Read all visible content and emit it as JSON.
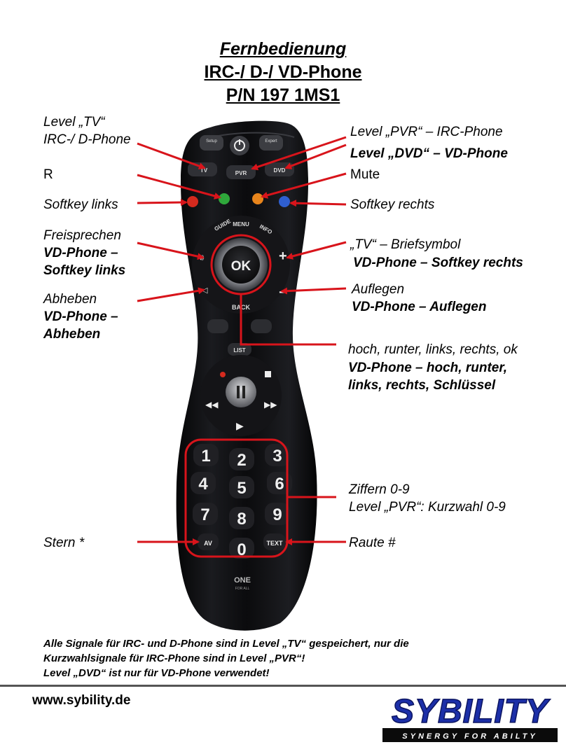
{
  "title": {
    "line1": "Fernbedienung",
    "line2": "IRC-/ D-/ VD-Phone",
    "line3": "P/N 197 1MS1"
  },
  "labels": {
    "level_tv_1": "Level „TV“",
    "level_tv_2": "IRC-/ D-Phone",
    "r": "R",
    "softkey_links": "Softkey links",
    "freisprechen_1": "Freisprechen",
    "freisprechen_2": "VD-Phone –",
    "freisprechen_3": "Softkey links",
    "abheben_1": "Abheben",
    "abheben_2": "VD-Phone –",
    "abheben_3": "Abheben",
    "stern": "Stern *",
    "level_pvr": "Level „PVR“ – IRC-Phone",
    "level_dvd": "Level „DVD“ – VD-Phone",
    "mute": "Mute",
    "softkey_rechts": "Softkey rechts",
    "tv_brief_1": "„TV“ – Briefsymbol",
    "tv_brief_2": "VD-Phone – Softkey rechts",
    "auflegen_1": "Auflegen",
    "auflegen_2": "VD-Phone – Auflegen",
    "nav_1": "hoch, runter, links, rechts, ok",
    "nav_2": "VD-Phone – hoch, runter,",
    "nav_3": "links, rechts, Schlüssel",
    "ziffern_1": "Ziffern 0-9",
    "ziffern_2": "Level „PVR“: Kurzwahl 0-9",
    "raute": "Raute #"
  },
  "remote": {
    "top_buttons": [
      "Setup",
      "Expert"
    ],
    "level_buttons": [
      "TV",
      "PVR",
      "DVD"
    ],
    "nav_labels": [
      "GUIDE",
      "MENU",
      "INFO"
    ],
    "ok": "OK",
    "back": "BACK",
    "list": "LIST",
    "digits": [
      "1",
      "2",
      "3",
      "4",
      "5",
      "6",
      "7",
      "8",
      "9",
      "0"
    ],
    "av": "AV",
    "text": "TEXT",
    "brand_1": "ONE",
    "brand_2": "FOR ALL",
    "color_keys": [
      "#d42a1e",
      "#2fa83b",
      "#e8851c",
      "#2f5fd0"
    ]
  },
  "note": {
    "line1": "Alle Signale für IRC- und D-Phone sind in Level „TV“ gespeichert, nur die",
    "line2": "Kurzwahlsignale für IRC-Phone sind in Level „PVR“!",
    "line3": "Level „DVD“ ist nur für VD-Phone verwendet!"
  },
  "footer": {
    "url": "www.sybility.de",
    "logo_text": "SYBILITY",
    "tagline": "SYNERGY FOR ABILTY"
  },
  "colors": {
    "annotation": "#d8141b",
    "remote_body": "#0c0c0e",
    "logo_blue": "#1c2fa8"
  }
}
